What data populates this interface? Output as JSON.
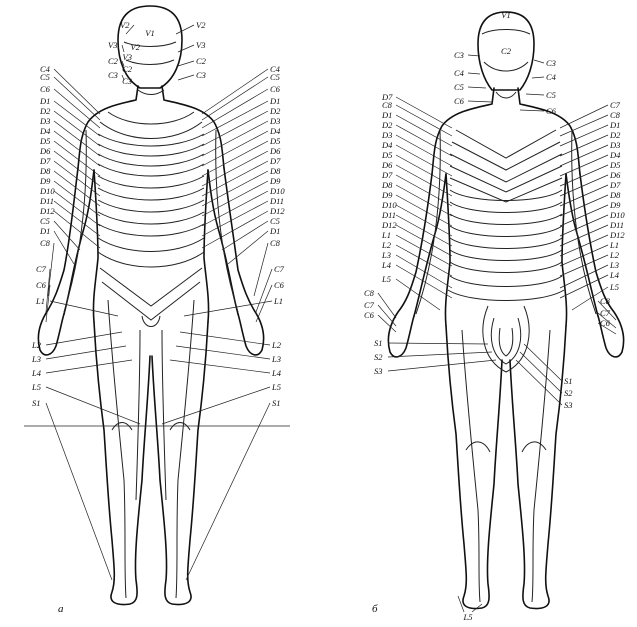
{
  "figures": {
    "front": {
      "caption": "a",
      "face": [
        "V1",
        "V2",
        "V3",
        "C2",
        "C3"
      ],
      "left": [
        "V2",
        "V3",
        "C2",
        "C3",
        "C4",
        "C5",
        "C6",
        "D1",
        "D2",
        "D3",
        "D4",
        "D5",
        "D6",
        "D7",
        "D8",
        "D9",
        "D10",
        "D11",
        "D12",
        "C5",
        "D1",
        "C8",
        "C7",
        "C6",
        "L1",
        "L2",
        "L3",
        "L4",
        "L5",
        "S1"
      ],
      "right": [
        "V2",
        "V3",
        "C2",
        "C3",
        "C4",
        "C5",
        "C6",
        "D1",
        "D2",
        "D3",
        "D4",
        "D5",
        "D6",
        "D7",
        "D8",
        "D9",
        "D10",
        "D11",
        "D12",
        "C5",
        "D1",
        "C8",
        "C7",
        "C6",
        "L1",
        "L2",
        "L3",
        "L4",
        "L5",
        "S1"
      ]
    },
    "back": {
      "caption": "б",
      "head": [
        "V1",
        "C2"
      ],
      "left": [
        "C3",
        "C4",
        "C5",
        "C6",
        "D7",
        "C8",
        "D1",
        "D2",
        "D3",
        "D4",
        "D5",
        "D6",
        "D7",
        "D8",
        "D9",
        "D10",
        "D11",
        "D12",
        "L1",
        "L2",
        "L3",
        "L4",
        "L5",
        "C8",
        "C7",
        "C6",
        "S1",
        "S2",
        "S3"
      ],
      "right": [
        "C3",
        "C4",
        "C5",
        "C6",
        "C7",
        "C8",
        "D1",
        "D2",
        "D3",
        "D4",
        "D5",
        "D6",
        "D7",
        "D8",
        "D9",
        "D10",
        "D11",
        "D12",
        "L1",
        "L2",
        "L3",
        "L4",
        "L5",
        "C8",
        "C7",
        "C6",
        "S1",
        "S2",
        "S3"
      ],
      "bottom": "L5"
    }
  }
}
